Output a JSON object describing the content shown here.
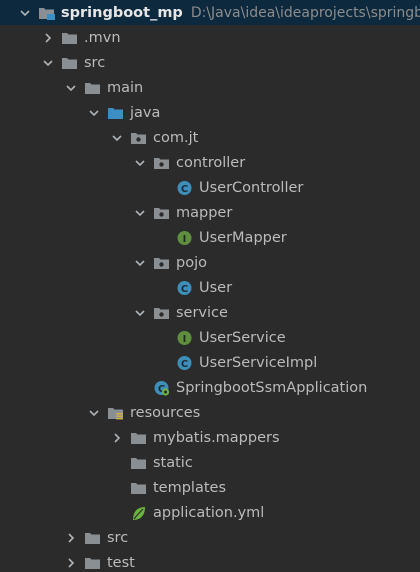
{
  "colors": {
    "background": "#2b2b2b",
    "selected_row": "#0d293e",
    "text": "#bbbbbb",
    "folder": "#8a8f94",
    "source_folder": "#3b8fc4",
    "class_icon": "#3d8fba",
    "interface_icon": "#5f8f3e",
    "spring_icon": "#6db33f"
  },
  "tree": [
    {
      "label": "springboot_mp",
      "path": "D:\\Java\\idea\\ideaprojects\\springboot_mp",
      "depth": 0,
      "arrow": "down",
      "icon": "module-folder-icon",
      "root": true,
      "selected": true
    },
    {
      "label": ".mvn",
      "depth": 1,
      "arrow": "right",
      "icon": "folder-icon"
    },
    {
      "label": "src",
      "depth": 1,
      "arrow": "down",
      "icon": "folder-icon"
    },
    {
      "label": "main",
      "depth": 2,
      "arrow": "down",
      "icon": "folder-icon"
    },
    {
      "label": "java",
      "depth": 3,
      "arrow": "down",
      "icon": "source-folder-icon"
    },
    {
      "label": "com.jt",
      "depth": 4,
      "arrow": "down",
      "icon": "package-icon"
    },
    {
      "label": "controller",
      "depth": 5,
      "arrow": "down",
      "icon": "package-icon"
    },
    {
      "label": "UserController",
      "depth": 6,
      "arrow": "none",
      "icon": "class-icon"
    },
    {
      "label": "mapper",
      "depth": 5,
      "arrow": "down",
      "icon": "package-icon"
    },
    {
      "label": "UserMapper",
      "depth": 6,
      "arrow": "none",
      "icon": "interface-icon"
    },
    {
      "label": "pojo",
      "depth": 5,
      "arrow": "down",
      "icon": "package-icon"
    },
    {
      "label": "User",
      "depth": 6,
      "arrow": "none",
      "icon": "class-icon"
    },
    {
      "label": "service",
      "depth": 5,
      "arrow": "down",
      "icon": "package-icon"
    },
    {
      "label": "UserService",
      "depth": 6,
      "arrow": "none",
      "icon": "interface-icon"
    },
    {
      "label": "UserServiceImpl",
      "depth": 6,
      "arrow": "none",
      "icon": "class-icon"
    },
    {
      "label": "SpringbootSsmApplication",
      "depth": 5,
      "arrow": "none",
      "icon": "spring-boot-class-icon"
    },
    {
      "label": "resources",
      "depth": 3,
      "arrow": "down",
      "icon": "resources-folder-icon"
    },
    {
      "label": "mybatis.mappers",
      "depth": 4,
      "arrow": "right",
      "icon": "folder-icon"
    },
    {
      "label": "static",
      "depth": 4,
      "arrow": "none",
      "icon": "folder-icon"
    },
    {
      "label": "templates",
      "depth": 4,
      "arrow": "none",
      "icon": "folder-icon"
    },
    {
      "label": "application.yml",
      "depth": 4,
      "arrow": "none",
      "icon": "spring-yaml-icon"
    },
    {
      "label": "src",
      "depth": 2,
      "arrow": "right",
      "icon": "folder-icon"
    },
    {
      "label": "test",
      "depth": 2,
      "arrow": "right",
      "icon": "folder-icon"
    }
  ]
}
